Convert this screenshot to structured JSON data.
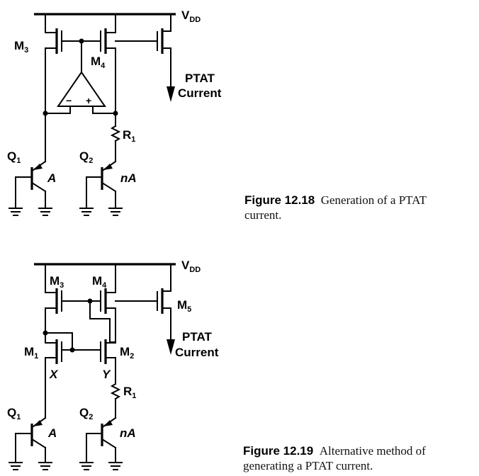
{
  "fig1": {
    "supply": {
      "main": "V",
      "sub": "DD"
    },
    "m3": {
      "main": "M",
      "sub": "3"
    },
    "m4": {
      "main": "M",
      "sub": "4"
    },
    "opamp_minus": "−",
    "opamp_plus": "+",
    "r1": {
      "main": "R",
      "sub": "1"
    },
    "q1": {
      "main": "Q",
      "sub": "1"
    },
    "q2": {
      "main": "Q",
      "sub": "2"
    },
    "q1_area": "A",
    "q2_area": "nA",
    "out_line1": "PTAT",
    "out_line2": "Current"
  },
  "fig2": {
    "supply": {
      "main": "V",
      "sub": "DD"
    },
    "m1": {
      "main": "M",
      "sub": "1"
    },
    "m2": {
      "main": "M",
      "sub": "2"
    },
    "m3": {
      "main": "M",
      "sub": "3"
    },
    "m4": {
      "main": "M",
      "sub": "4"
    },
    "m5": {
      "main": "M",
      "sub": "5"
    },
    "node_x": "X",
    "node_y": "Y",
    "r1": {
      "main": "R",
      "sub": "1"
    },
    "q1": {
      "main": "Q",
      "sub": "1"
    },
    "q2": {
      "main": "Q",
      "sub": "2"
    },
    "q1_area": "A",
    "q2_area": "nA",
    "out_line1": "PTAT",
    "out_line2": "Current"
  },
  "captions": {
    "fig1_number": "Figure 12.18",
    "fig1_text_line1": "Generation of a PTAT",
    "fig1_text_line2": "current.",
    "fig2_number": "Figure 12.19",
    "fig2_text_line1": "Alternative method of",
    "fig2_text_line2": "generating a PTAT current."
  }
}
